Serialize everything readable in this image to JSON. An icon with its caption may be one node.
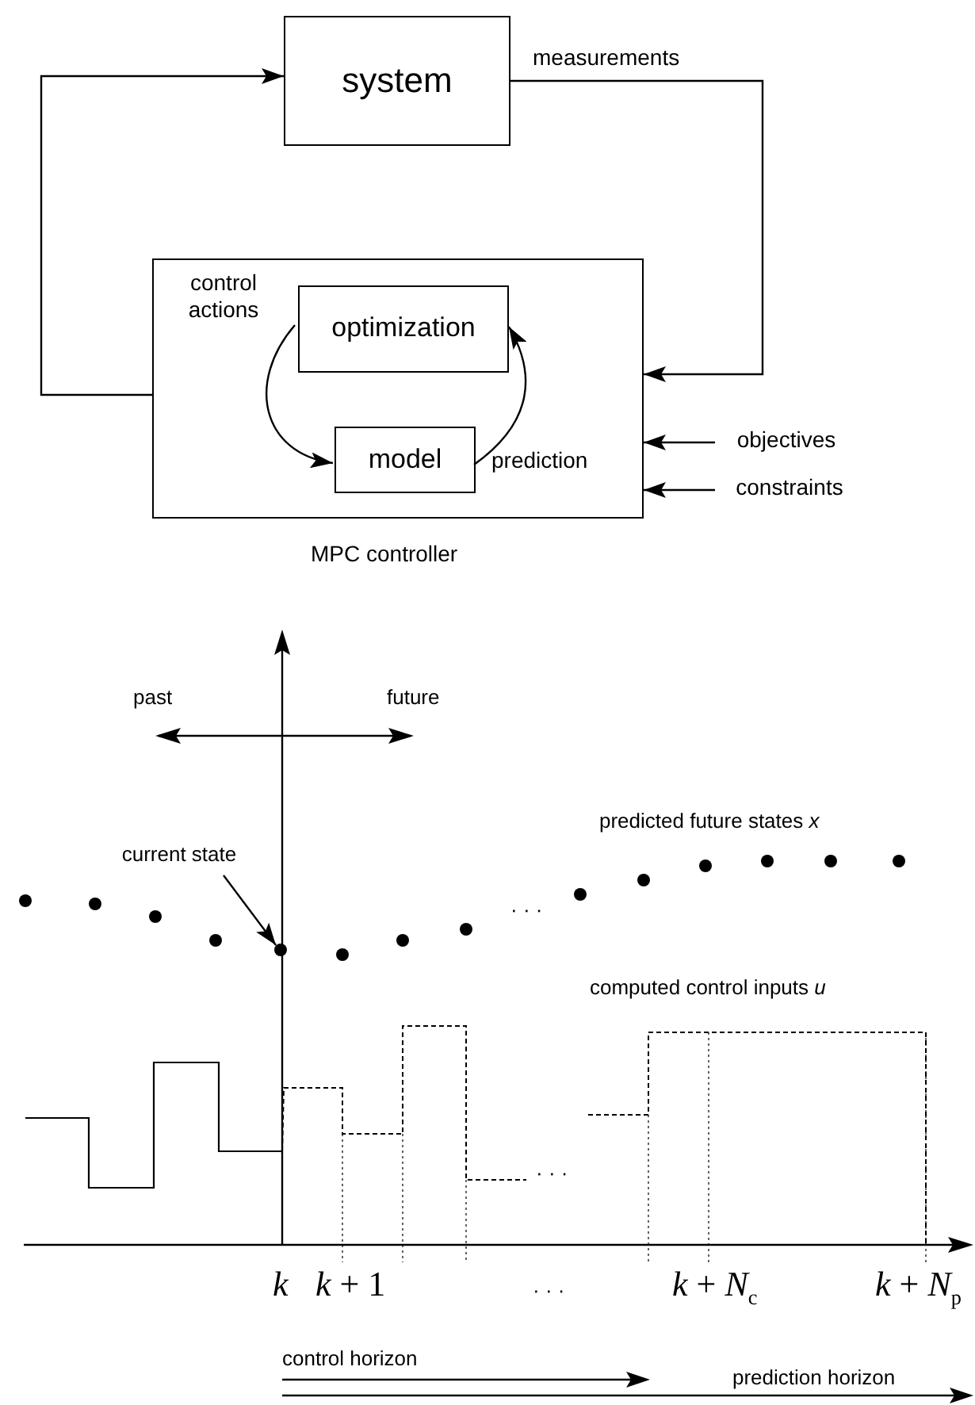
{
  "diagram": {
    "nodes": [
      {
        "text": [
          "system"
        ]
      },
      {
        "text": [
          "MPC controller"
        ]
      },
      {
        "text": [
          "optimization"
        ],
        "in": 1
      },
      {
        "text": [
          "model"
        ],
        "in": 1
      },
      {
        "text": [
          "objectives"
        ]
      },
      {
        "text": [
          "constraints"
        ]
      },
      {
        "text": [
          "current state"
        ]
      },
      {
        "text": [],
        "shape": "circle"
      }
    ],
    "edges": [
      {
        "from": 1,
        "to": 0,
        "arrow": "to"
      },
      {
        "from": 0,
        "to": 1,
        "arrow": "to",
        "label": "measurements"
      },
      {
        "from": 4,
        "to": 1,
        "arrow": "to"
      },
      {
        "from": 5,
        "to": 1,
        "arrow": "to"
      },
      {
        "from": 2,
        "to": 3,
        "arrow": "to",
        "label": "control actions"
      },
      {
        "from": 3,
        "to": 2,
        "arrow": "to",
        "label": "prediction"
      },
      {
        "from": 6,
        "to": 7,
        "arrow": "to"
      }
    ],
    "labels": [
      "past",
      "future",
      "predicted future states *x*",
      "· · ·",
      "computed control inputs *u*",
      "· · ·",
      "*k*",
      "*k* + 1",
      "· · ·",
      "*k* + *N*$_{c}$",
      "*k* + *N*$_{p}$",
      "control horizon",
      "prediction horizon"
    ]
  }
}
